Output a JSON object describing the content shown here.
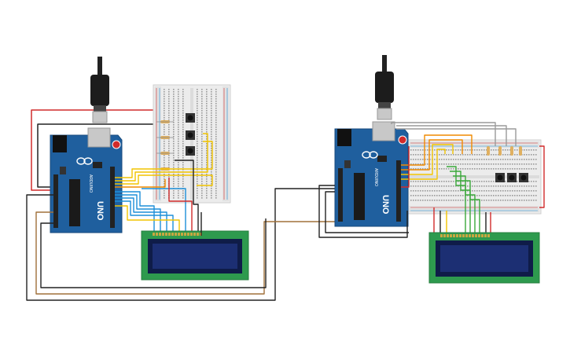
{
  "canvas": {
    "background": "#ffffff"
  },
  "colors": {
    "board_blue": "#1f5f9e",
    "board_blue_dark": "#174a7c",
    "breadboard": "#ececec",
    "breadboard_rail": "#e2e2e2",
    "lcd_board": "#2e9a4e",
    "lcd_screen": "#1c2f73",
    "lcd_frame": "#0f1c48",
    "cable": "#222222",
    "usb_metal": "#c8c8c8",
    "wire_red": "#d12b2b",
    "wire_black": "#222222",
    "wire_yellow": "#f2c400",
    "wire_orange": "#f08a00",
    "wire_blue": "#1d8fd8",
    "wire_green": "#3aa83a",
    "wire_gray": "#9a9a9a",
    "wire_brown": "#a0703a"
  },
  "boards": [
    {
      "brand": "ARDUINO",
      "model": "UNO",
      "icon": "infinity-logo-icon"
    },
    {
      "brand": "ARDUINO",
      "model": "UNO",
      "icon": "infinity-logo-icon"
    }
  ],
  "breadboards": [
    {
      "name": "breadboard-left",
      "buttons": 3
    },
    {
      "name": "breadboard-right",
      "buttons": 3
    }
  ],
  "lcds": [
    {
      "name": "lcd-left",
      "pins": 16
    },
    {
      "name": "lcd-right",
      "pins": 16
    }
  ]
}
